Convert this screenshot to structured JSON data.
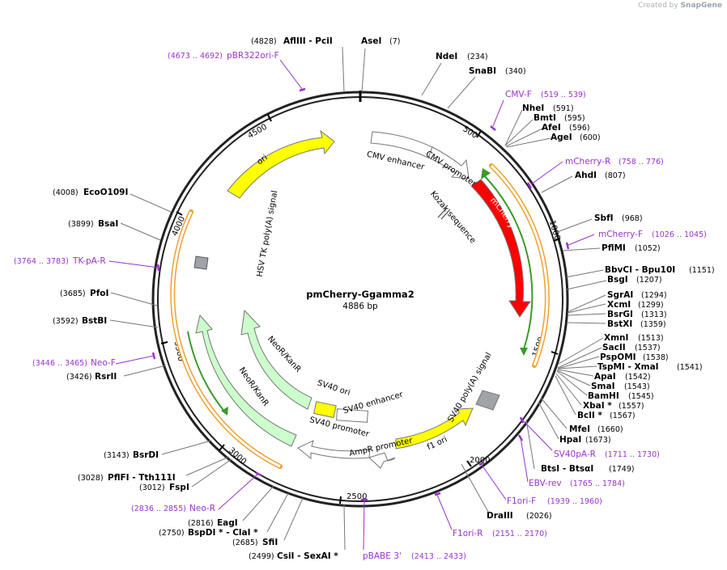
{
  "credit": {
    "prefix": "Created by",
    "brand": "SnapGene"
  },
  "plasmid": {
    "name": "pmCherry-Ggamma2",
    "size_label": "4886 bp"
  },
  "ticks": [
    "500",
    "1000",
    "1500",
    "2000",
    "2500",
    "3000",
    "3500",
    "4000",
    "4500"
  ],
  "features": {
    "ori": "ori",
    "cmv_enhancer": "CMV enhancer",
    "cmv_promoter": "CMV promoter",
    "kozak": "Kozak sequence",
    "mcherry": "mCherry",
    "sv40_polya": "SV40 poly(A) signal",
    "f1_ori": "f1 ori",
    "ampr_promoter": "AmpR promoter",
    "sv40_promoter": "SV40 promoter",
    "sv40_ori": "SV40 ori",
    "sv40_enhancer": "SV40 enhancer",
    "neokan_inner": "NeoR/KanR",
    "neokan_outer": "NeoR/KanR",
    "hsv_tk": "HSV TK poly(A) signal"
  },
  "sites": [
    {
      "label": "AflIII  - PciI",
      "pos": "(4828)"
    },
    {
      "label": "AseI",
      "pos": "(7)"
    },
    {
      "label": "NdeI",
      "pos": "(234)"
    },
    {
      "label": "SnaBI",
      "pos": "(340)"
    },
    {
      "label": "NheI",
      "pos": "(591)"
    },
    {
      "label": "BmtI",
      "pos": "(595)"
    },
    {
      "label": "AfeI",
      "pos": "(596)"
    },
    {
      "label": "AgeI",
      "pos": "(600)"
    },
    {
      "label": "AhdI",
      "pos": "(807)"
    },
    {
      "label": "SbfI",
      "pos": "(968)"
    },
    {
      "label": "PflMI",
      "pos": "(1052)"
    },
    {
      "label": "BbvCI  - Bpu10I",
      "pos": "(1151)"
    },
    {
      "label": "BsgI",
      "pos": "(1207)"
    },
    {
      "label": "SgrAI",
      "pos": "(1294)"
    },
    {
      "label": "XcmI",
      "pos": "(1299)"
    },
    {
      "label": "BsrGI",
      "pos": "(1313)"
    },
    {
      "label": "BstXI",
      "pos": "(1359)"
    },
    {
      "label": "XmnI",
      "pos": "(1513)"
    },
    {
      "label": "SacII",
      "pos": "(1537)"
    },
    {
      "label": "PspOMI",
      "pos": "(1538)"
    },
    {
      "label": "TspMI  - XmaI",
      "pos": "(1541)"
    },
    {
      "label": "ApaI",
      "pos": "(1542)"
    },
    {
      "label": "SmaI",
      "pos": "(1543)"
    },
    {
      "label": "BamHI",
      "pos": "(1545)"
    },
    {
      "label": "XbaI *",
      "pos": "(1557)"
    },
    {
      "label": "BclI *",
      "pos": "(1567)"
    },
    {
      "label": "MfeI",
      "pos": "(1660)"
    },
    {
      "label": "HpaI",
      "pos": "(1673)"
    },
    {
      "label": "BtsI  - BtsαI",
      "pos": "(1749)"
    },
    {
      "label": "DraIII",
      "pos": "(2026)"
    },
    {
      "label": "CsiI  - SexAI *",
      "pos": "(2499)"
    },
    {
      "label": "SfiI",
      "pos": "(2685)"
    },
    {
      "label": "BspDI *  - ClaI *",
      "pos": "(2750)"
    },
    {
      "label": "EagI",
      "pos": "(2816)"
    },
    {
      "label": "FspI",
      "pos": "(3012)"
    },
    {
      "label": "PflFI  - Tth111I",
      "pos": "(3028)"
    },
    {
      "label": "BsrDI",
      "pos": "(3143)"
    },
    {
      "label": "RsrII",
      "pos": "(3426)"
    },
    {
      "label": "BstBI",
      "pos": "(3592)"
    },
    {
      "label": "PfoI",
      "pos": "(3685)"
    },
    {
      "label": "BsaI",
      "pos": "(3899)"
    },
    {
      "label": "EcoO109I",
      "pos": "(4008)"
    }
  ],
  "primers": [
    {
      "label": "pBR322ori-F",
      "pos": "(4673 .. 4692)"
    },
    {
      "label": "CMV-F",
      "pos": "(519 .. 539)"
    },
    {
      "label": "mCherry-R",
      "pos": "(758 .. 776)"
    },
    {
      "label": "mCherry-F",
      "pos": "(1026 .. 1045)"
    },
    {
      "label": "SV40pA-R",
      "pos": "(1711 .. 1730)"
    },
    {
      "label": "EBV-rev",
      "pos": "(1765 .. 1784)"
    },
    {
      "label": "F1ori-F",
      "pos": "(1939 .. 1960)"
    },
    {
      "label": "F1ori-R",
      "pos": "(2151 .. 2170)"
    },
    {
      "label": "pBABE 3'",
      "pos": "(2413 .. 2433)"
    },
    {
      "label": "Neo-R",
      "pos": "(2836 .. 2855)"
    },
    {
      "label": "Neo-F",
      "pos": "(3446 .. 3465)"
    },
    {
      "label": "TK-pA-R",
      "pos": "(3764 .. 3783)"
    }
  ],
  "colors": {
    "ori": "#ffff00",
    "mcherry": "#ff0000",
    "f1_ori": "#ffff00",
    "sv40_ori": "#ffff00",
    "neokan": "#ccffcc",
    "primer": "#9933cc",
    "orf_outline": "#f0a030",
    "orf_arrow": "#3a9a2a",
    "polya_box": "#a0a4a8"
  }
}
